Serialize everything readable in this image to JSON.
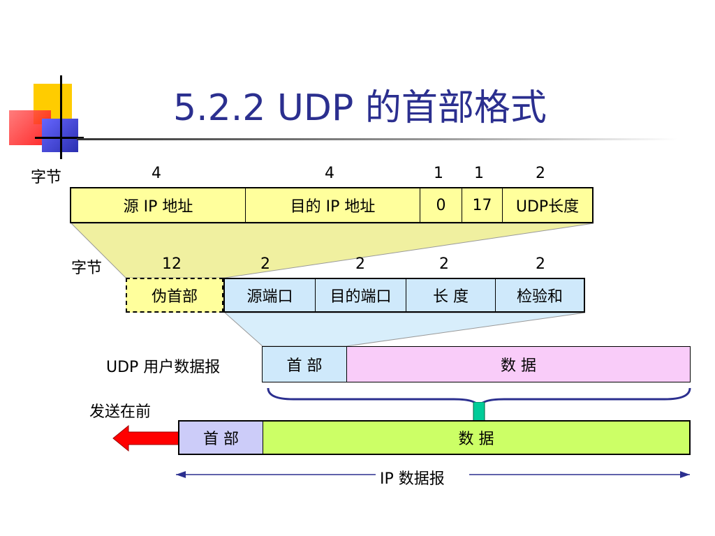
{
  "title": "5.2.2  UDP 的首部格式",
  "row1": {
    "bytes_label": "字节",
    "byte_counts": [
      "4",
      "4",
      "1",
      "1",
      "2"
    ],
    "fields": [
      "源 IP 地址",
      "目的 IP 地址",
      "0",
      "17",
      "UDP长度"
    ]
  },
  "row2": {
    "bytes_label": "字节",
    "byte_counts": [
      "12",
      "2",
      "2",
      "2",
      "2"
    ],
    "fields": [
      "伪首部",
      "源端口",
      "目的端口",
      "长  度",
      "检验和"
    ]
  },
  "udp_datagram": {
    "label": "UDP 用户数据报",
    "header": "首  部",
    "data": "数          据"
  },
  "ip_datagram": {
    "send_first_label": "发送在前",
    "header": "首  部",
    "data": "数          据",
    "span_label": "IP 数据报"
  },
  "colors": {
    "title": "#2b2f8f",
    "pseudo_header": "#ffff9c",
    "udp_header": "#cfe9fb",
    "udp_data": "#f9ccf9",
    "ip_header": "#ccccf9",
    "ip_data": "#ccff66",
    "send_arrow": "#ff0000",
    "down_arrow": "#00cc99",
    "brace": "#2b2f8f"
  },
  "icons": [
    "slide-logo-decoration",
    "left-red-arrow-icon",
    "down-arrow-icon",
    "brace-icon",
    "double-arrow-icon"
  ]
}
